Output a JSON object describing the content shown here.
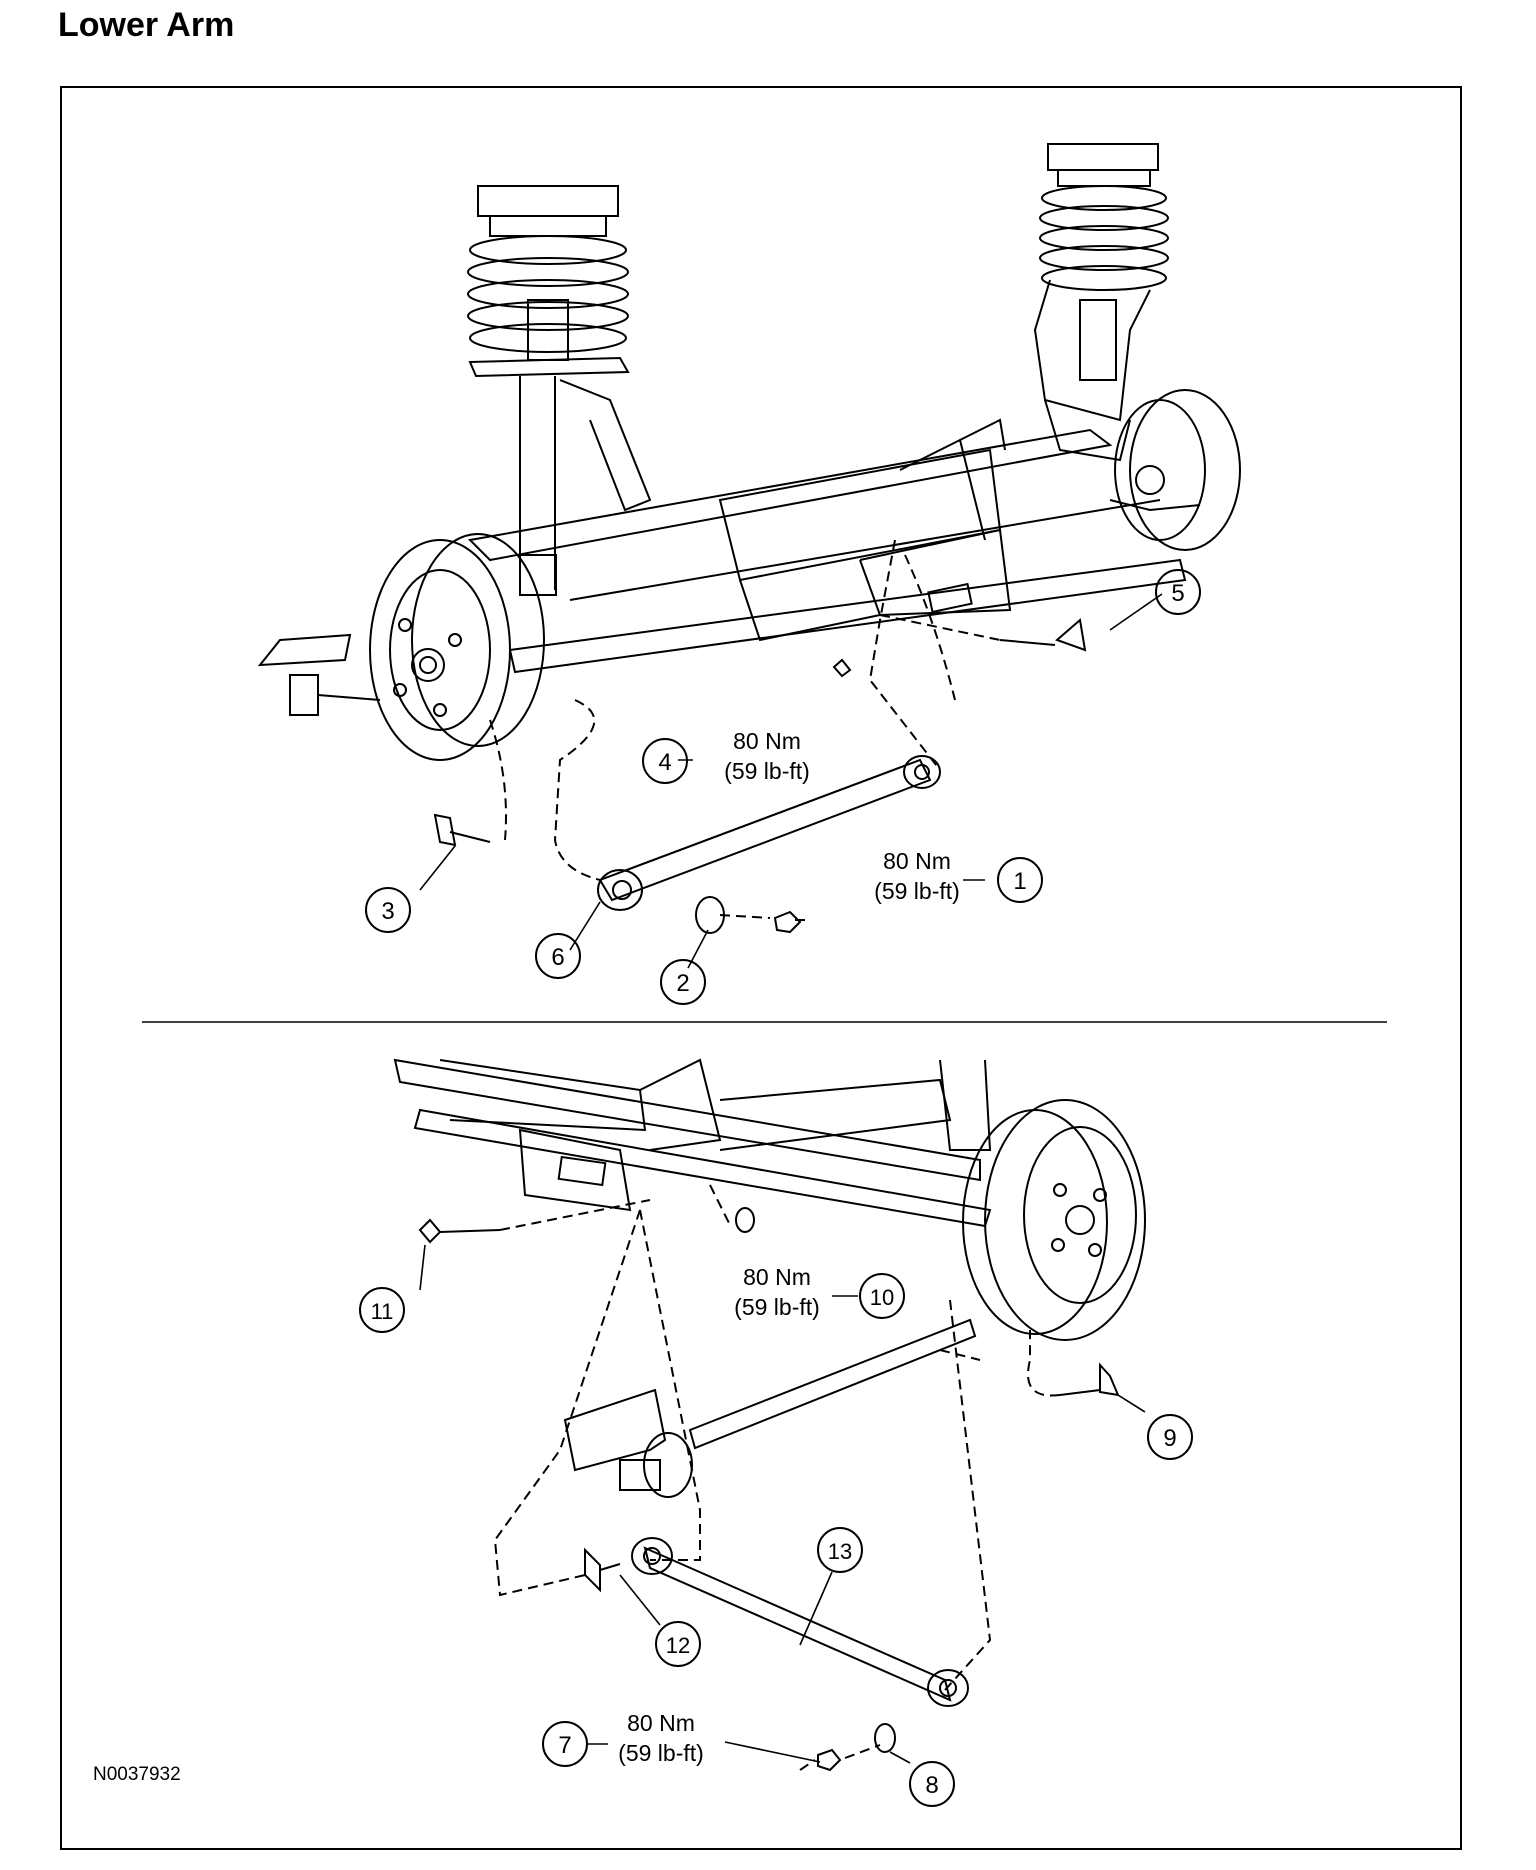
{
  "title": "Lower Arm",
  "figure_id": "N0037932",
  "callouts": [
    "1",
    "2",
    "3",
    "4",
    "5",
    "6",
    "7",
    "8",
    "9",
    "10",
    "11",
    "12",
    "13"
  ],
  "torque": {
    "t1": {
      "nm": "80 Nm",
      "lbft": "(59 lb-ft)"
    },
    "t4": {
      "nm": "80 Nm",
      "lbft": "(59 lb-ft)"
    },
    "t7": {
      "nm": "80 Nm",
      "lbft": "(59 lb-ft)"
    },
    "t10": {
      "nm": "80 Nm",
      "lbft": "(59 lb-ft)"
    }
  }
}
